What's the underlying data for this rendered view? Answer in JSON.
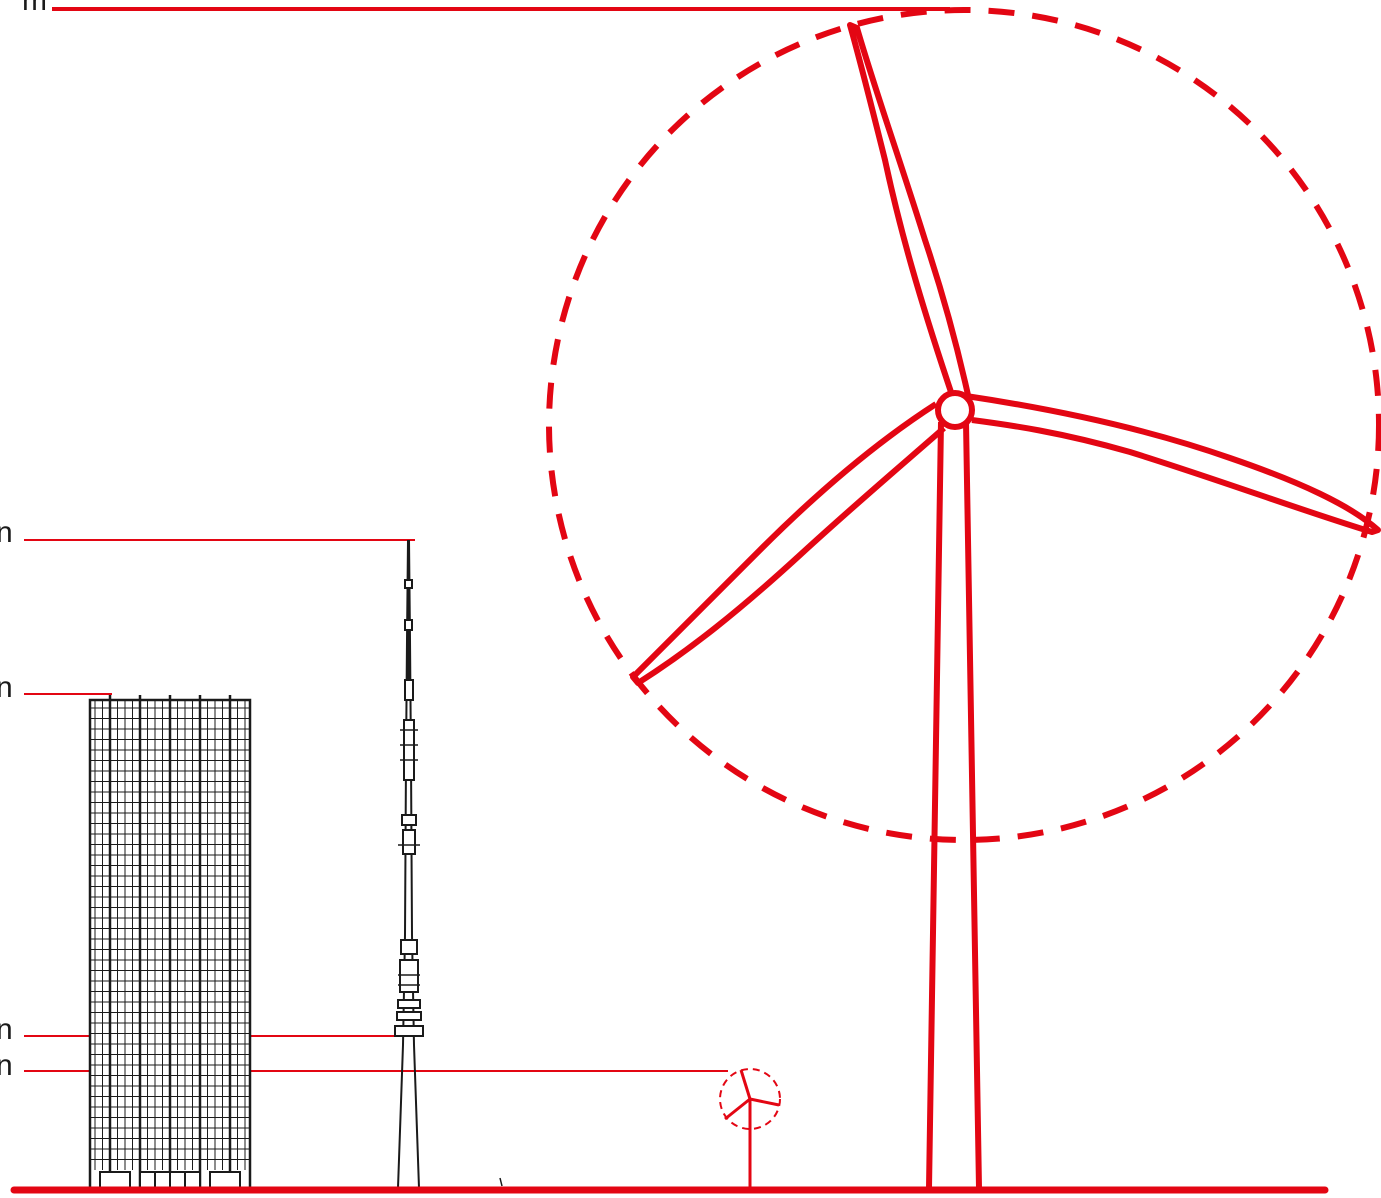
{
  "labels": {
    "turbine_height": "m",
    "tower_height": "n",
    "building_height": "n",
    "tower_platform_height": "n",
    "small_turbine_height": "n"
  },
  "colors": {
    "accent": "#e30613",
    "line": "#1a1a1a",
    "background": "#ffffff"
  }
}
